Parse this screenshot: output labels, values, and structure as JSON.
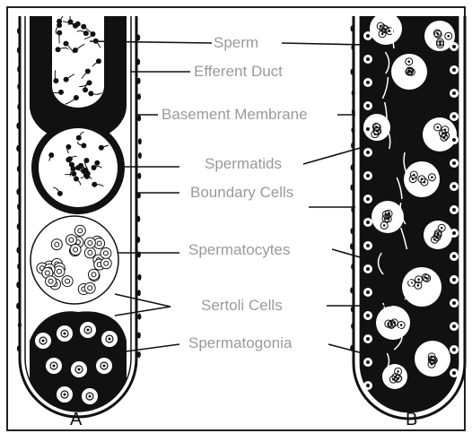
{
  "labels": {
    "sperm": "Sperm",
    "efferent_duct": "Efferent Duct",
    "basement_membrane": "Basement Membrane",
    "spermatids": "Spermatids",
    "boundary_cells": "Boundary Cells",
    "spermatocytes": "Spermatocytes",
    "sertoli_cells": "Sertoli Cells",
    "spermatogonia": "Spermatogonia"
  },
  "panels": {
    "a": "A",
    "b": "B"
  },
  "colors": {
    "ink": "#111111",
    "label_gray": "#9a9a9a",
    "background": "#ffffff"
  }
}
